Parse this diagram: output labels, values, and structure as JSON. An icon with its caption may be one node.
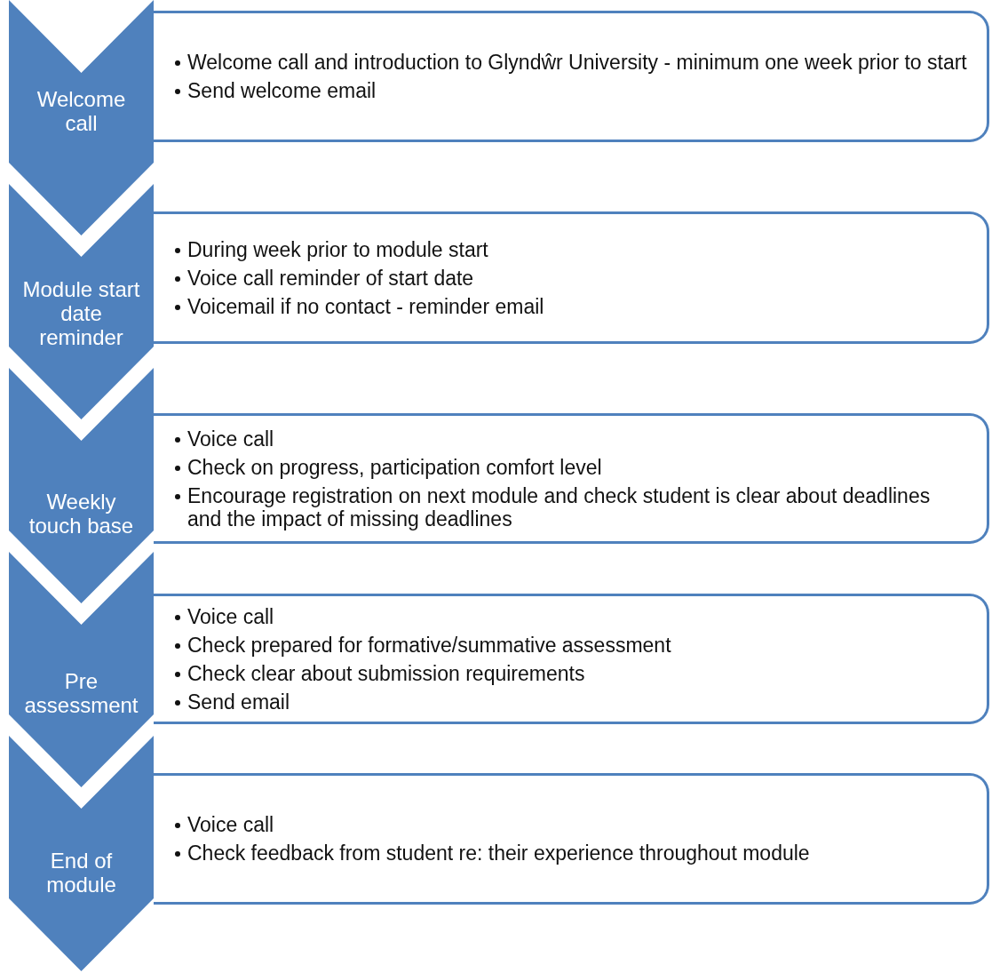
{
  "diagram": {
    "nodes": [
      {
        "text": [
          "Welcome call"
        ]
      },
      {
        "text": [
          "Welcome call and introduction to Glyndŵr University - minimum one week prior to start",
          "Send welcome email"
        ]
      },
      {
        "text": [
          "Module start date reminder"
        ]
      },
      {
        "text": [
          "During week prior to module start",
          "Voice call reminder of start date",
          "Voicemail if no contact - reminder email"
        ]
      },
      {
        "text": [
          "Weekly touch base"
        ]
      },
      {
        "text": [
          "Voice call",
          "Check on progress, participation comfort level",
          "Encourage registration on next module and check student is clear about deadlines and the impact of missing deadlines"
        ]
      },
      {
        "text": [
          "Pre assessment"
        ]
      },
      {
        "text": [
          "Voice call",
          "Check prepared for formative/summative assessment",
          "Check clear about submission requirements",
          "Send email"
        ]
      },
      {
        "text": [
          "End of module"
        ]
      },
      {
        "text": [
          "Voice call",
          "Check feedback from student re: their experience throughout module"
        ]
      }
    ]
  }
}
